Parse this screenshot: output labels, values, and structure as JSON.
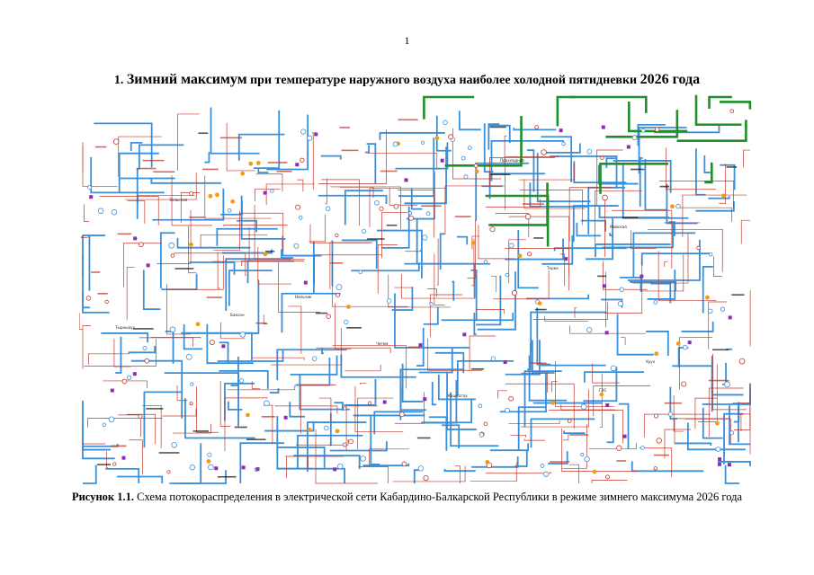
{
  "page_number": "1",
  "heading": {
    "number": "1.",
    "title_bold": "Зимний максимум",
    "title_rest": " при температуре наружного воздуха наиболее холодной пятидневки ",
    "year": "2026 года"
  },
  "caption": {
    "label": "Рисунок 1.1.",
    "text": " Схема потокораспределения в электрической сети Кабардино-Балкарской Республики в режиме зимнего максимума 2026 года"
  },
  "diagram": {
    "colors": {
      "line_110": "#3a8fd9",
      "line_330": "#1f8f2a",
      "line_35": "#c0392b",
      "label_red": "#c0392b",
      "node_purple": "#8e2bb5",
      "node_orange": "#f39c12",
      "label_dark": "#1a1a1a"
    },
    "labels": {
      "a": "Прохладная",
      "b": "Баксан",
      "c": "Нальчик",
      "d": "Тырныауз",
      "e": "Майская",
      "f": "Чегем",
      "g": "Урух",
      "h": "Кашхатау",
      "i": "Терек",
      "j": "Зольская",
      "k": "ГЭС"
    }
  }
}
